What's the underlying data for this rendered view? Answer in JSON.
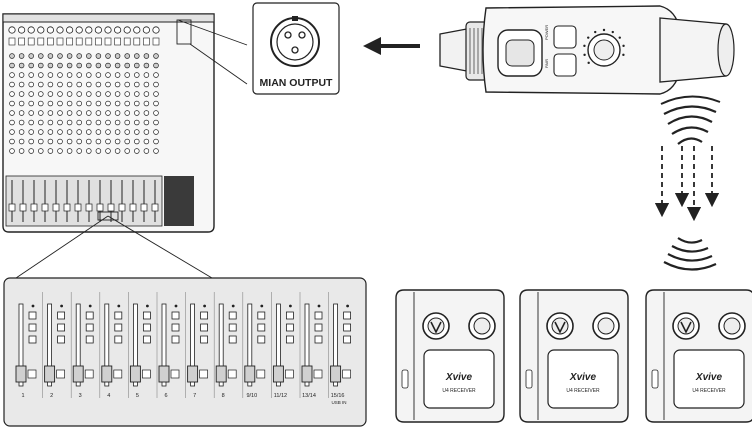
{
  "callout": {
    "connector_label": "MIAN OUTPUT"
  },
  "zoom_panel": {
    "channel_labels": [
      "1",
      "2",
      "3",
      "4",
      "5",
      "6",
      "7",
      "8",
      "9/10",
      "11/12",
      "13/14",
      "15/16"
    ],
    "master_sublabel": "USB IN"
  },
  "receivers": [
    {
      "brand": "Xvive",
      "model": "U4 RECEIVER"
    },
    {
      "brand": "Xvive",
      "model": "U4 RECEIVER"
    },
    {
      "brand": "Xvive",
      "model": "U4 RECEIVER"
    }
  ],
  "transmitter": {
    "button_labels": [
      "POWER",
      "PAIR"
    ]
  },
  "colors": {
    "line": "#222222",
    "panel_fill": "#e9e9e9",
    "mixer_dark": "#3a3a3a",
    "receiver_body": "#f4f4f4"
  }
}
